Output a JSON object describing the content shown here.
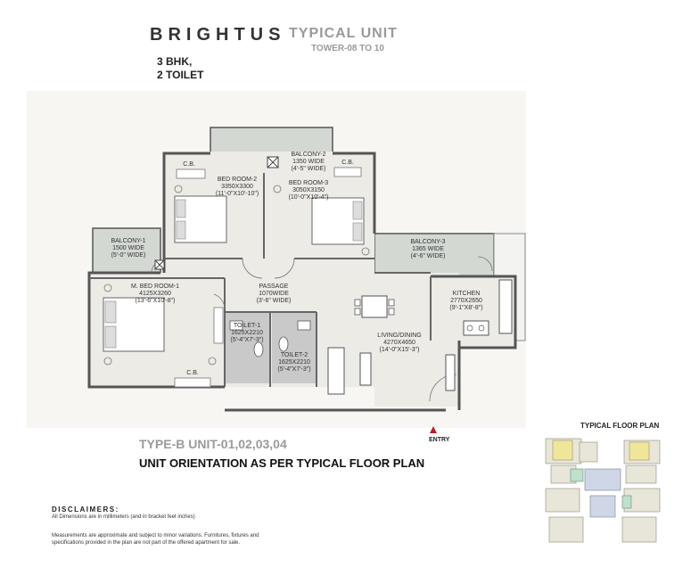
{
  "header": {
    "brand": "BRIGHTUS",
    "typical_unit": "TYPICAL UNIT",
    "tower": "TOWER-08 TO 10",
    "bhk_line1": "3 BHK,",
    "bhk_line2": "2 TOILET"
  },
  "rooms": {
    "balcony2": {
      "name": "BALCONY-2",
      "line1": "1350 WIDE",
      "line2": "(4'-5\" WIDE)"
    },
    "bedroom2": {
      "name": "BED ROOM-2",
      "line1": "3350X3300",
      "line2": "(11'-0\"X10'-10\")"
    },
    "bedroom3": {
      "name": "BED ROOM-3",
      "line1": "3050X3150",
      "line2": "(10'-0\"X10'-4\")"
    },
    "balcony1": {
      "name": "BALCONY-1",
      "line1": "1500 WIDE",
      "line2": "(5'-0\" WIDE)"
    },
    "balcony3": {
      "name": "BALCONY-3",
      "line1": "1365 WIDE",
      "line2": "(4'-6\" WIDE)"
    },
    "master": {
      "name": "M. BED ROOM-1",
      "line1": "4125X3260",
      "line2": "(13'-6\"X10'-8\")"
    },
    "passage": {
      "name": "PASSAGE",
      "line1": "1070WIDE",
      "line2": "(3'-6\" WIDE)"
    },
    "kitchen": {
      "name": "KITCHEN",
      "line1": "2770X2650",
      "line2": "(9'-1\"X8'-8\")"
    },
    "toilet1": {
      "name": "TOILET-1",
      "line1": "1625X2210",
      "line2": "(5'-4\"X7'-3\")"
    },
    "toilet2": {
      "name": "TOILET-2",
      "line1": "1625X2210",
      "line2": "(5'-4\"X7'-3\")"
    },
    "living": {
      "name": "LIVING/DINING",
      "line1": "4270X4650",
      "line2": "(14'-0\"X15'-3\")"
    },
    "cb_a": "C.B.",
    "cb_b": "C.B.",
    "cb_c": "C.B."
  },
  "footer": {
    "type_b": "TYPE-B UNIT-01,02,03,04",
    "orientation": "UNIT ORIENTATION AS PER TYPICAL FLOOR PLAN",
    "entry": "ENTRY",
    "typical_floor_plan": "TYPICAL FLOOR PLAN",
    "disclaimers_head": "DISCLAIMERS:",
    "disclaimers_1": "All Dimensions are in millimeters (and in bracket feet inches)",
    "disclaimers_2": "Measurements are approximate and subject to minor variations. Furnitures, fixtures and specifications provided in the plan are not part of the offered apartment for sale."
  },
  "colors": {
    "wall": "#555555",
    "floor": "#ecebe6",
    "balcony": "#d3d8d3",
    "toilet": "#c9c9c9",
    "entry_arrow": "#b0202a"
  }
}
